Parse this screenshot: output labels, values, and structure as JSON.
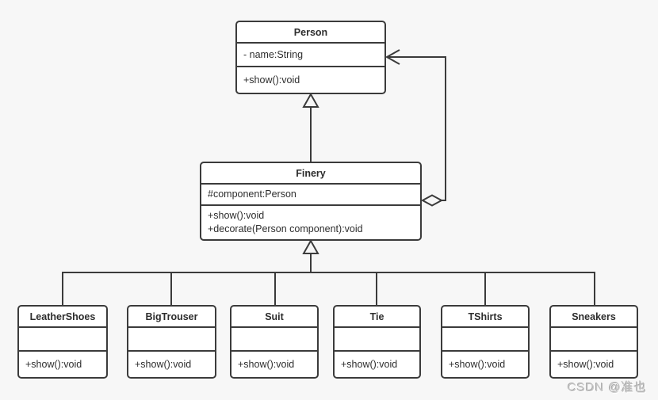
{
  "diagram_type": "uml-class-diagram",
  "colors": {
    "background": "#f7f7f7",
    "line": "#3b3b3b",
    "box_fill": "#ffffff",
    "text": "#2d2d2d",
    "watermark": "#c6c6c6"
  },
  "watermark": "CSDN @准也",
  "classes": {
    "person": {
      "name": "Person",
      "attributes": [
        "- name:String"
      ],
      "methods": [
        "+show():void"
      ]
    },
    "finery": {
      "name": "Finery",
      "attributes": [
        "#component:Person"
      ],
      "methods": [
        "+show():void",
        "+decorate(Person component):void"
      ]
    },
    "leathershoes": {
      "name": "LeatherShoes",
      "attributes": [],
      "methods": [
        "+show():void"
      ]
    },
    "bigtrouser": {
      "name": "BigTrouser",
      "attributes": [],
      "methods": [
        "+show():void"
      ]
    },
    "suit": {
      "name": "Suit",
      "attributes": [],
      "methods": [
        "+show():void"
      ]
    },
    "tie": {
      "name": "Tie",
      "attributes": [],
      "methods": [
        "+show():void"
      ]
    },
    "tshirts": {
      "name": "TShirts",
      "attributes": [],
      "methods": [
        "+show():void"
      ]
    },
    "sneakers": {
      "name": "Sneakers",
      "attributes": [],
      "methods": [
        "+show():void"
      ]
    }
  },
  "relationships": [
    {
      "type": "generalization",
      "from": "Finery",
      "to": "Person"
    },
    {
      "type": "aggregation",
      "from": "Finery",
      "to": "Person"
    },
    {
      "type": "generalization",
      "from": "LeatherShoes",
      "to": "Finery"
    },
    {
      "type": "generalization",
      "from": "BigTrouser",
      "to": "Finery"
    },
    {
      "type": "generalization",
      "from": "Suit",
      "to": "Finery"
    },
    {
      "type": "generalization",
      "from": "Tie",
      "to": "Finery"
    },
    {
      "type": "generalization",
      "from": "TShirts",
      "to": "Finery"
    },
    {
      "type": "generalization",
      "from": "Sneakers",
      "to": "Finery"
    }
  ]
}
